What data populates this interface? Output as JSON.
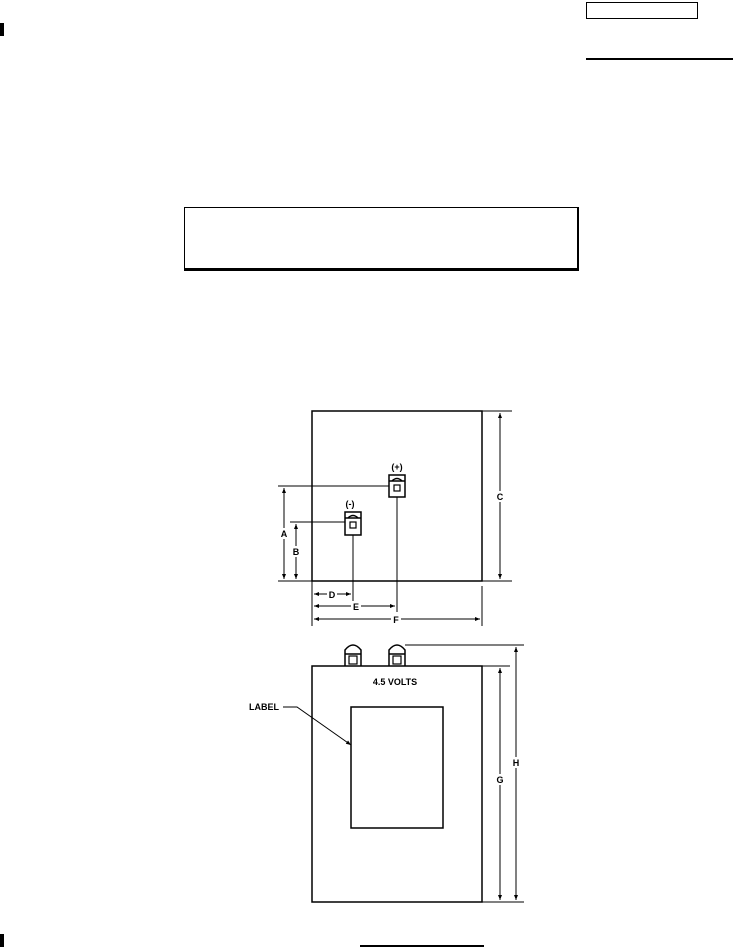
{
  "figure": {
    "top_view": {
      "terminal_positive": "(+)",
      "terminal_negative": "(-)",
      "dimensions": [
        "A",
        "B",
        "C",
        "D",
        "E",
        "F"
      ]
    },
    "front_view": {
      "voltage_label": "4.5 VOLTS",
      "label_callout": "LABEL",
      "dimensions": [
        "G",
        "H"
      ]
    }
  }
}
